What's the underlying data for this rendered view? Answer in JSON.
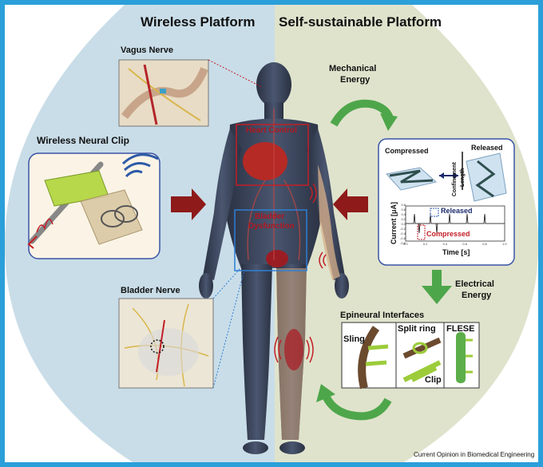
{
  "titles": {
    "left": "Wireless Platform",
    "right": "Self-sustainable Platform"
  },
  "labels": {
    "vagus_nerve": "Vagus Nerve",
    "wireless_clip": "Wireless Neural Clip",
    "bladder_nerve": "Bladder Nerve",
    "heart_control": "Heart Control",
    "bladder_dysfunction_1": "Bladder",
    "bladder_dysfunction_2": "Dysfunction",
    "mechanical_1": "Mechanical",
    "mechanical_2": "Energy",
    "electrical_1": "Electrical",
    "electrical_2": "Energy",
    "epineural": "Epineural Interfaces",
    "sling": "Sling",
    "split_ring": "Split ring",
    "flese": "FLESE",
    "clip": "Clip"
  },
  "generator_panel": {
    "compressed": "Compressed",
    "released": "Released",
    "confinement_1": "Confinement",
    "confinement_2": "Length",
    "graph_released": "Released",
    "graph_compressed": "Compressed",
    "ylabel": "Current [μA]",
    "xlabel": "Time [s]",
    "yticks": [
      "0.8",
      "0.6",
      "0.4",
      "0.2",
      "0.0",
      "-0.2",
      "-0.4",
      "-0.6",
      "-0.8"
    ],
    "xticks": [
      "0.0",
      "0.2",
      "0.4",
      "0.6",
      "0.8",
      "1.0"
    ]
  },
  "footer": "Current Opinion in Biomedical Engineering",
  "colors": {
    "frame": "#2b9fd9",
    "left_panel": "#c9dde8",
    "right_panel": "#dfe3cc",
    "arrow_red": "#8e1a1a",
    "arrow_green": "#4ea64a",
    "panel_border": "#3b55a5"
  }
}
